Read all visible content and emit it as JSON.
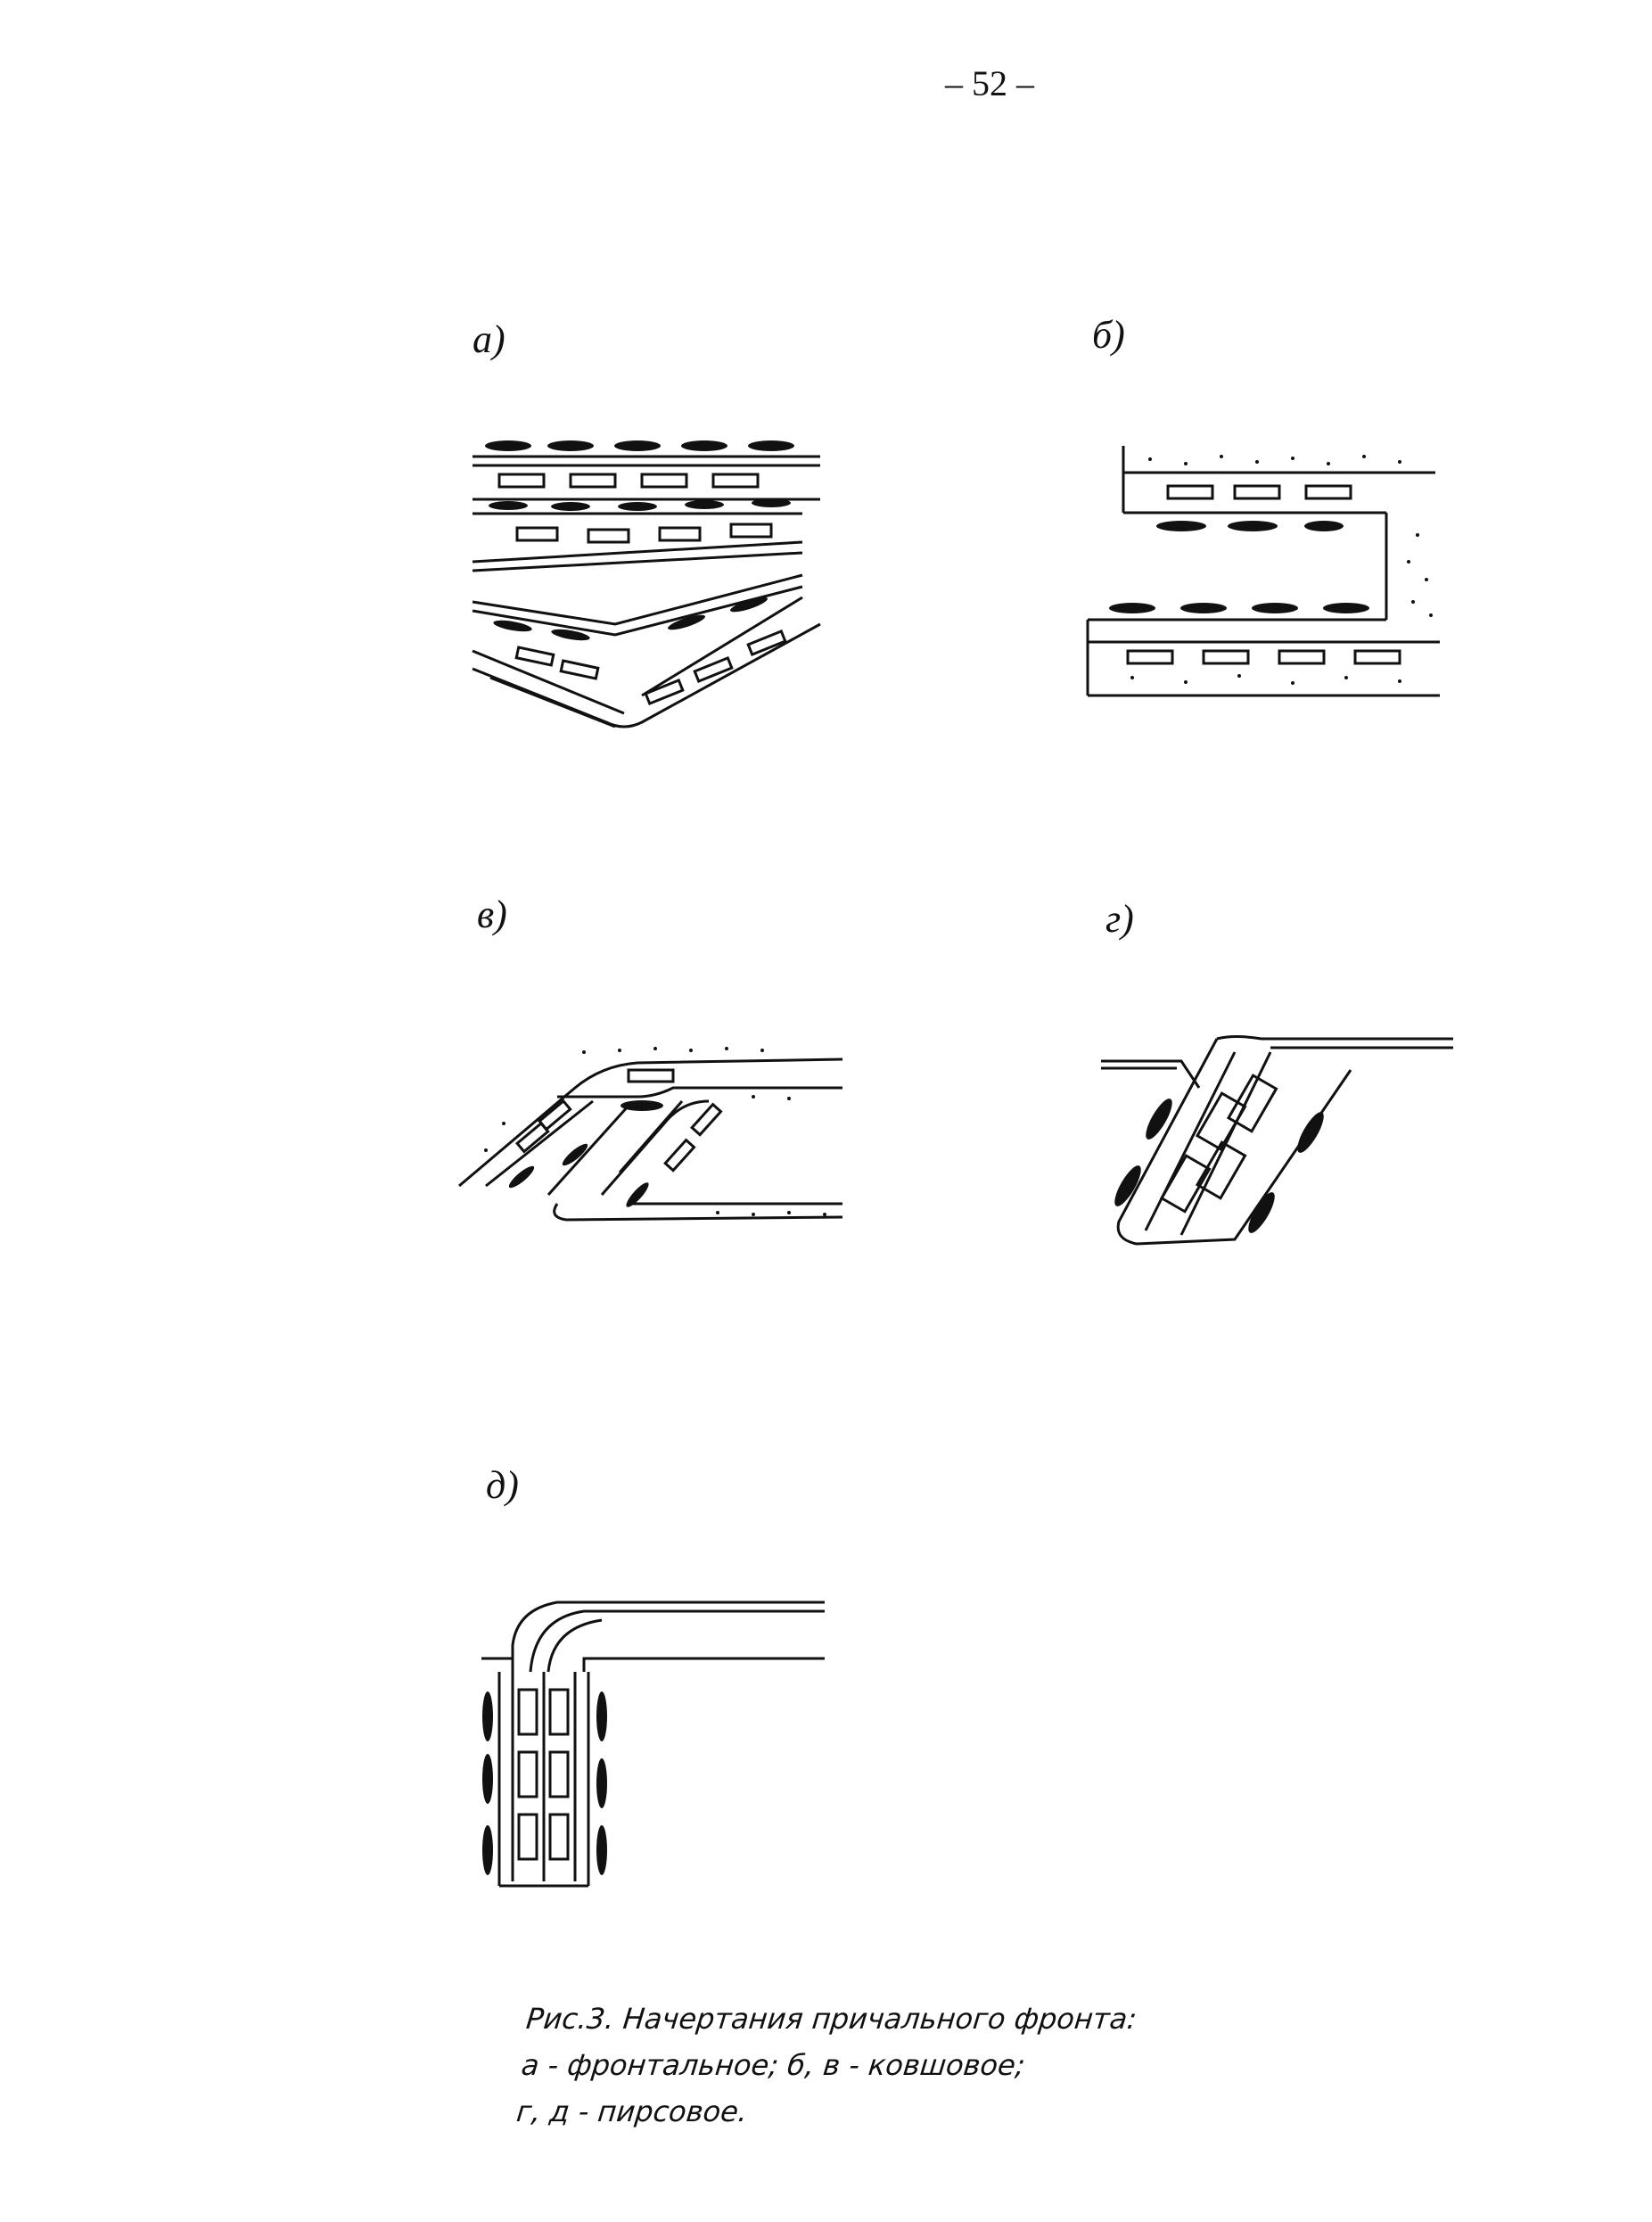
{
  "page": {
    "number": "– 52 –"
  },
  "panels": [
    {
      "id": "a",
      "label": "а)",
      "type": "frontal"
    },
    {
      "id": "b",
      "label": "б)",
      "type": "bucket"
    },
    {
      "id": "v",
      "label": "в)",
      "type": "bucket"
    },
    {
      "id": "g",
      "label": "г)",
      "type": "pier"
    },
    {
      "id": "d",
      "label": "д)",
      "type": "pier"
    }
  ],
  "caption": {
    "line1": "Рис.3. Начертания причального фронта:",
    "line2": "а - фронтальное; б, в - ковшовое;",
    "line3": "г, д - пирсовое."
  }
}
